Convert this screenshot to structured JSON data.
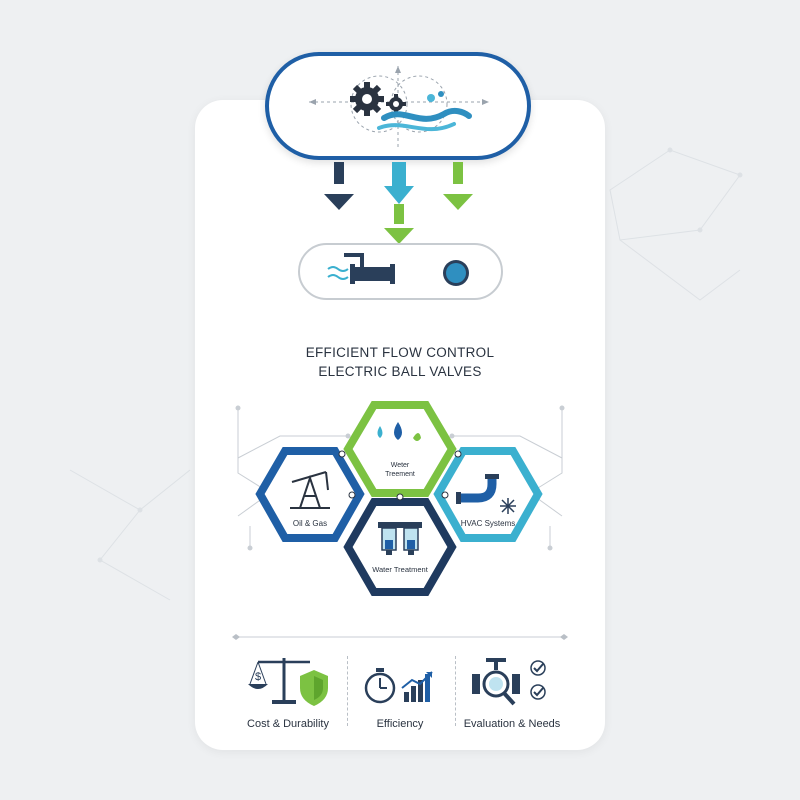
{
  "title": {
    "line1": "EFFICIENT FLOW CONTROL",
    "line2": "ELECTRIC BALL VALVES"
  },
  "applications": [
    {
      "label": "Oil & Gas",
      "icon": "oil-pump-icon",
      "color": "#1f5fa6"
    },
    {
      "label_line1": "Weter",
      "label_line2": "Treement",
      "icon": "water-drops-icon",
      "color": "#7cc242"
    },
    {
      "label": "HVAC Systems",
      "icon": "pipe-snowflake-icon",
      "color": "#3bb0cf"
    },
    {
      "label": "Water Treatment",
      "icon": "filter-cartridge-icon",
      "color": "#1f3a5f"
    }
  ],
  "benefits": [
    {
      "label": "Cost & Durability",
      "icon": "scale-shield-icon"
    },
    {
      "label": "Efficiency",
      "icon": "stopwatch-chart-icon"
    },
    {
      "label": "Evaluation & Needs",
      "icon": "valve-magnifier-checklist-icon"
    }
  ],
  "colors": {
    "navy": "#1f3a5f",
    "blue": "#1f5fa6",
    "green": "#7cc242",
    "cyan": "#3bb0cf"
  }
}
